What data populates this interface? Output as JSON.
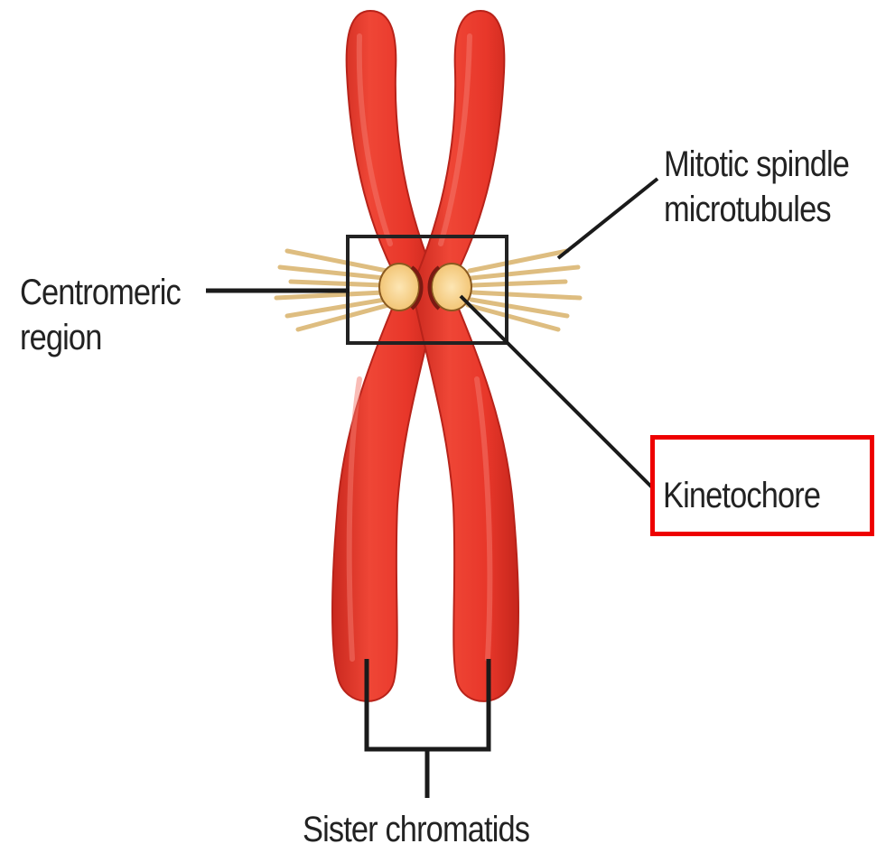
{
  "labels": {
    "centromeric_line1": "Centromeric",
    "centromeric_line2": "region",
    "mitotic_line1": "Mitotic spindle",
    "mitotic_line2": "microtubules",
    "kinetochore": "Kinetochore",
    "sister_chromatids": "Sister chromatids"
  },
  "colors": {
    "chromatid": "#e8372a",
    "chromatid_dark": "#c8281e",
    "kinetochore": "#f7cf86",
    "microtubule": "#d9b26a",
    "highlight": "#ee0000",
    "leader_line": "#1a1a1a"
  }
}
